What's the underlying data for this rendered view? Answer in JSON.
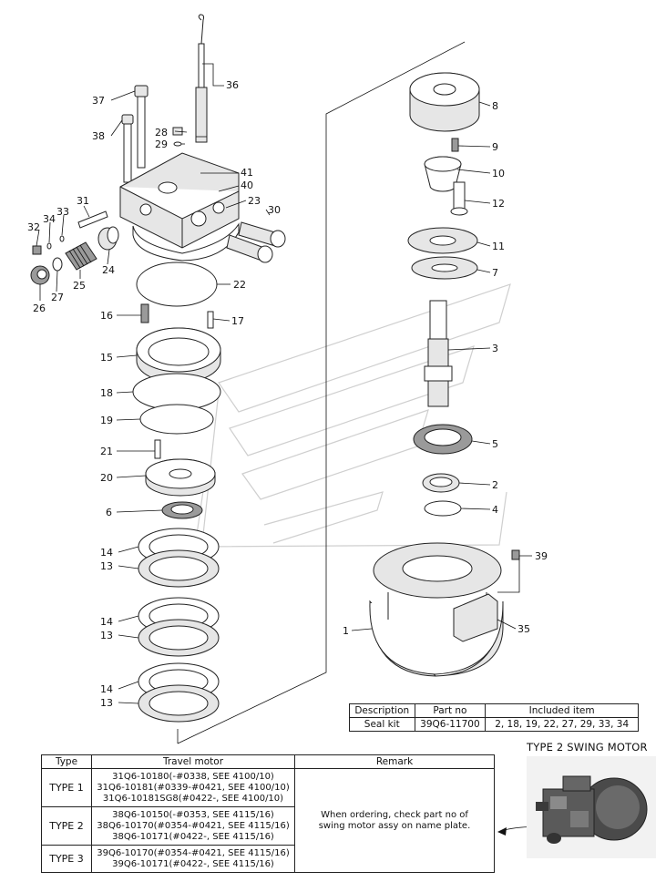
{
  "callouts": {
    "c1": "1",
    "c2": "2",
    "c3": "3",
    "c4": "4",
    "c5": "5",
    "c6": "6",
    "c7": "7",
    "c8": "8",
    "c9": "9",
    "c10": "10",
    "c11": "11",
    "c12": "12",
    "c13a": "13",
    "c13b": "13",
    "c13c": "13",
    "c14a": "14",
    "c14b": "14",
    "c14c": "14",
    "c15": "15",
    "c16": "16",
    "c17": "17",
    "c18": "18",
    "c19": "19",
    "c20": "20",
    "c21": "21",
    "c22": "22",
    "c23": "23",
    "c24": "24",
    "c25": "25",
    "c26": "26",
    "c27": "27",
    "c28": "28",
    "c29": "29",
    "c30": "30",
    "c31": "31",
    "c32": "32",
    "c33": "33",
    "c34": "34",
    "c35": "35",
    "c36": "36",
    "c37": "37",
    "c38": "38",
    "c39": "39",
    "c40": "40",
    "c41": "41"
  },
  "seal_table": {
    "headers": {
      "description": "Description",
      "part_no": "Part no",
      "included": "Included item"
    },
    "row": {
      "description": "Seal kit",
      "part_no": "39Q6-11700",
      "included": "2, 18, 19, 22, 27, 29, 33, 34"
    }
  },
  "type_table": {
    "headers": {
      "type": "Type",
      "travel": "Travel motor",
      "remark": "Remark"
    },
    "rows": [
      {
        "type": "TYPE 1",
        "lines": [
          "31Q6-10180(-#0338, SEE 4100/10)",
          "31Q6-10181(#0339-#0421, SEE 4100/10)",
          "31Q6-10181SG8(#0422-, SEE 4100/10)"
        ]
      },
      {
        "type": "TYPE 2",
        "lines": [
          "38Q6-10150(-#0353, SEE 4115/16)",
          "38Q6-10170(#0354-#0421, SEE 4115/16)",
          "38Q6-10171(#0422-, SEE 4115/16)"
        ]
      },
      {
        "type": "TYPE 3",
        "lines": [
          "39Q6-10170(#0354-#0421, SEE 4115/16)",
          "39Q6-10171(#0422-, SEE 4115/16)"
        ]
      }
    ],
    "remark": {
      "line1": "When ordering, check part no of",
      "line2": "swing motor assy on name plate."
    }
  },
  "type2": {
    "title": "TYPE 2 SWING MOTOR"
  }
}
